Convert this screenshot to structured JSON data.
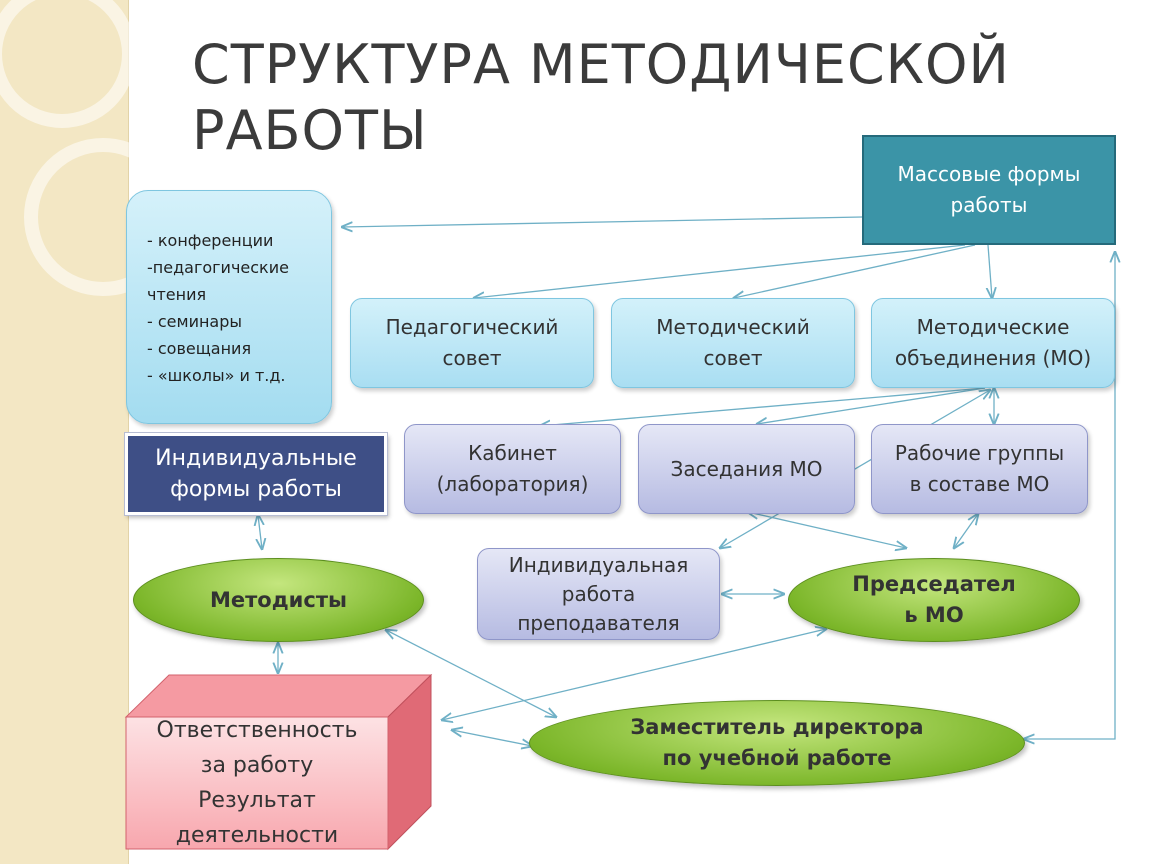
{
  "title": "СТРУКТУРА МЕТОДИЧЕСКОЙ\nРАБОТЫ",
  "mass_forms": "Массовые формы\nработы",
  "mass_list": [
    "- конференции",
    "-педагогические",
    "чтения",
    "- семинары",
    "- совещания",
    "- «школы» и т.д."
  ],
  "councils": [
    "Педагогический\nсовет",
    "Методический\nсовет",
    "Методические\nобъединения (МО)"
  ],
  "mo_units": [
    "Кабинет\n(лаборатория)",
    "Заседания МО",
    "Рабочие группы\nв составе МО"
  ],
  "individual_forms": "Индивидуальные\nформы работы",
  "individual_teacher": "Индивидуальная\nработа\nпреподавателя",
  "methodists": "Методисты",
  "mo_chair": "Председател\nь МО",
  "deputy_director": "Заместитель директора\nпо учебной работе",
  "responsibility": "Ответственность\nза работу\nРезультат\nдеятельности",
  "colors": {
    "background_stripe": "#f3e7c4",
    "title_text": "#3b3b3b",
    "mass_box": "#3b94a7",
    "individual_box": "#3e4f86",
    "light_box": "#a9def2",
    "lavender_box": "#b6bbe2",
    "oval_green": "#7bb629",
    "cube_pink": "#f9b8bd",
    "arrow": "#6fb0c6"
  }
}
